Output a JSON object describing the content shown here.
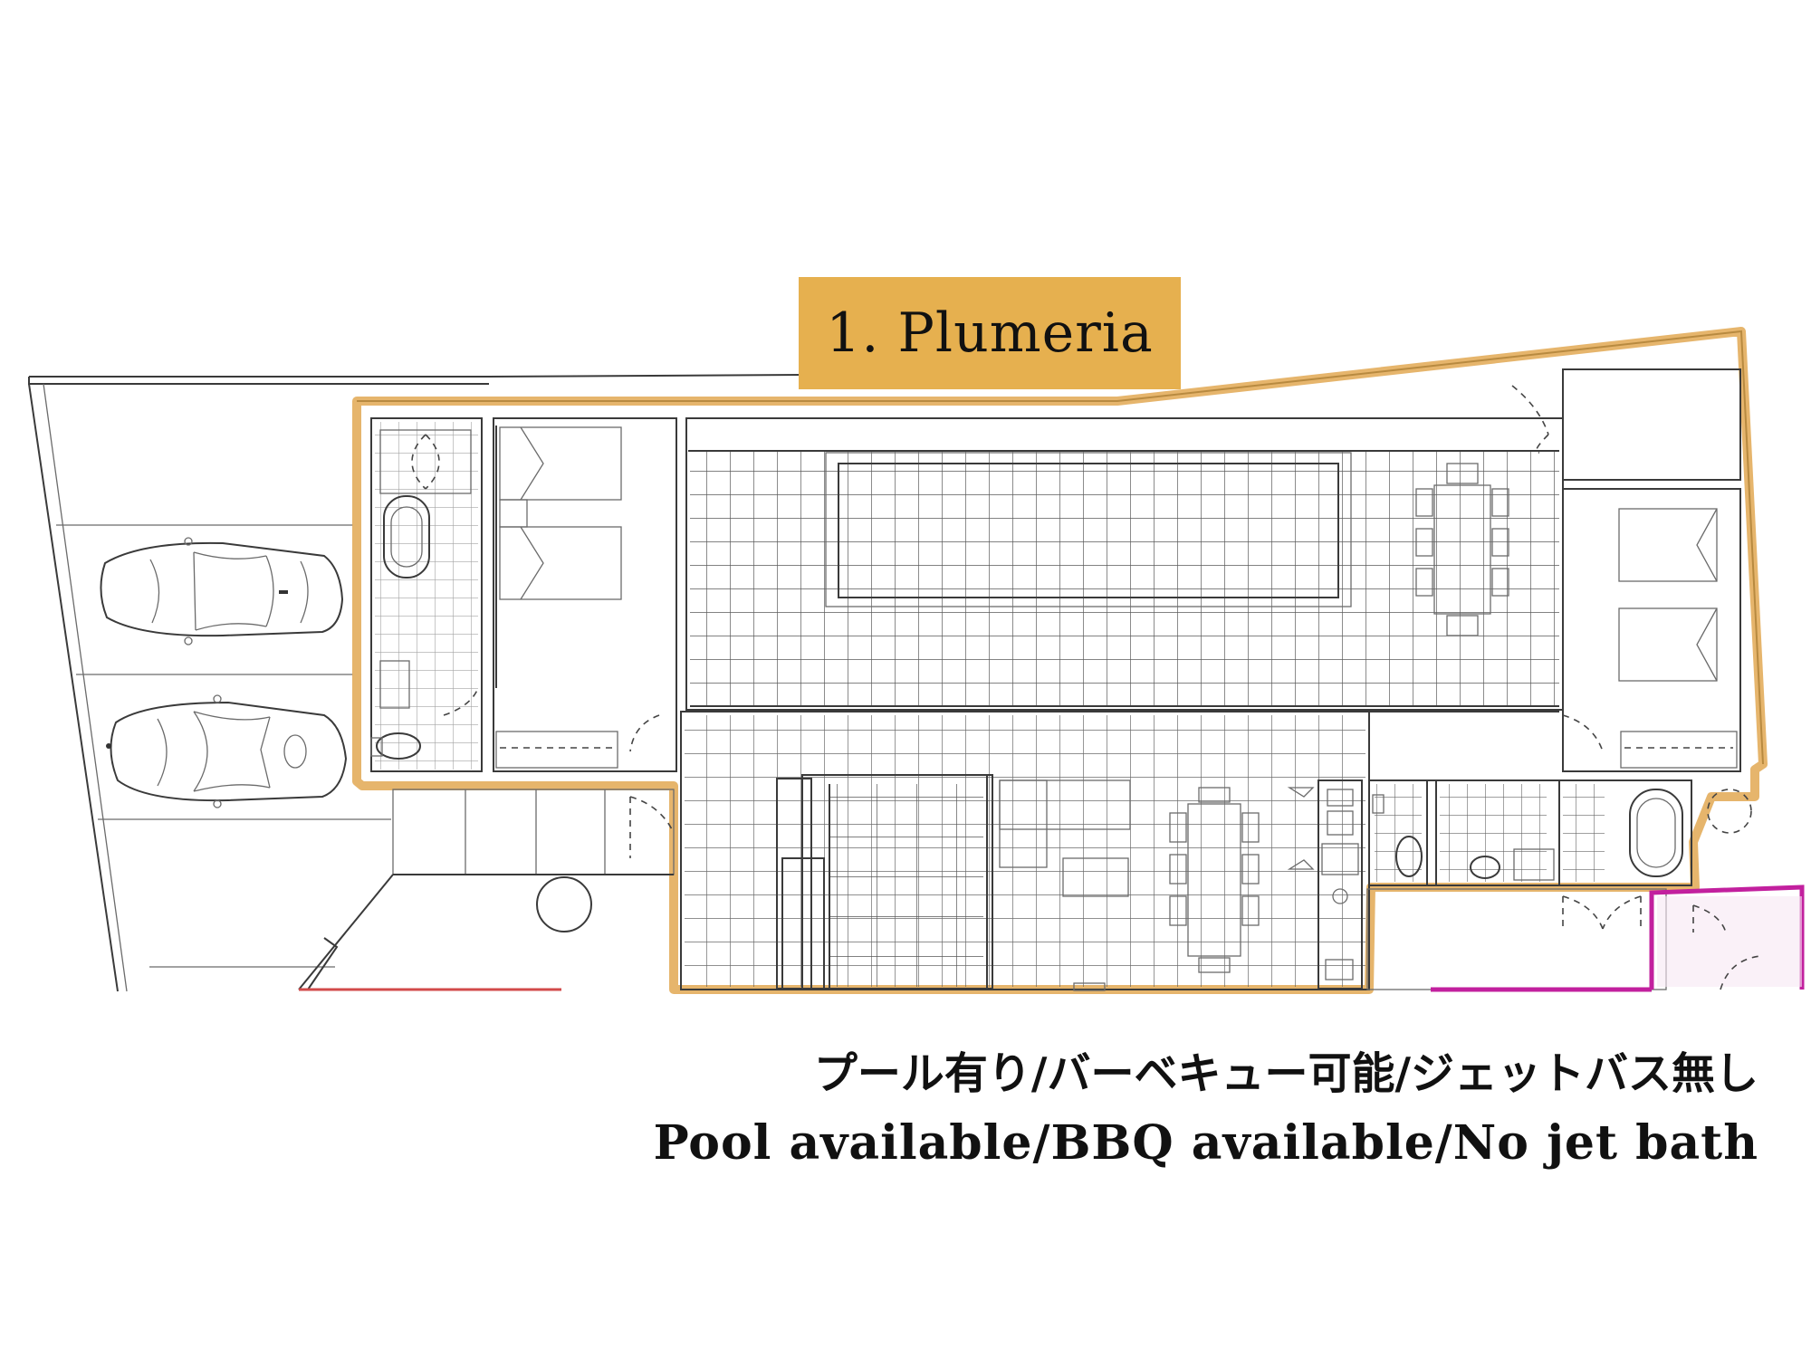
{
  "unit": {
    "number": "1.",
    "name": "Plumeria",
    "label": "1. Plumeria"
  },
  "caption": {
    "japanese": "プール有り/バーベキュー可能/ジェットバス無し",
    "english": "Pool available/BBQ available/No jet bath"
  },
  "colors": {
    "title_background": "#e6b04f",
    "unit_outline": "#e3ad5c",
    "neighbor_outline": "#c2209e",
    "wall": "#3a3a3a",
    "text": "#111111"
  }
}
